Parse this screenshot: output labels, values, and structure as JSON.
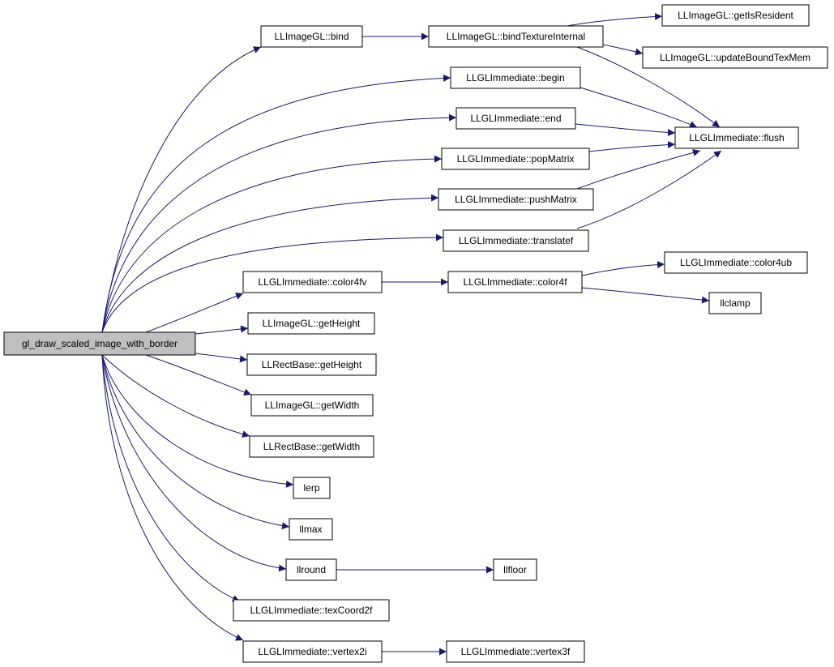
{
  "graph": {
    "colors": {
      "edge": "#191970",
      "node_border": "#000000",
      "root_fill": "#bfbfbf",
      "node_fill": "#ffffff"
    },
    "nodes": {
      "root": "gl_draw_scaled_image_with_border",
      "bind": "LLImageGL::bind",
      "bindTextureInternal": "LLImageGL::bindTextureInternal",
      "getIsResident": "LLImageGL::getIsResident",
      "updateBoundTexMem": "LLImageGL::updateBoundTexMem",
      "begin": "LLGLImmediate::begin",
      "end": "LLGLImmediate::end",
      "flush": "LLGLImmediate::flush",
      "popMatrix": "LLGLImmediate::popMatrix",
      "pushMatrix": "LLGLImmediate::pushMatrix",
      "translatef": "LLGLImmediate::translatef",
      "color4fv": "LLGLImmediate::color4fv",
      "color4f": "LLGLImmediate::color4f",
      "color4ub": "LLGLImmediate::color4ub",
      "llclamp": "llclamp",
      "imgGetHeight": "LLImageGL::getHeight",
      "rectGetHeight": "LLRectBase::getHeight",
      "imgGetWidth": "LLImageGL::getWidth",
      "rectGetWidth": "LLRectBase::getWidth",
      "lerp": "lerp",
      "llmax": "llmax",
      "llround": "llround",
      "llfloor": "llfloor",
      "texCoord2f": "LLGLImmediate::texCoord2f",
      "vertex2i": "LLGLImmediate::vertex2i",
      "vertex3f": "LLGLImmediate::vertex3f"
    }
  }
}
